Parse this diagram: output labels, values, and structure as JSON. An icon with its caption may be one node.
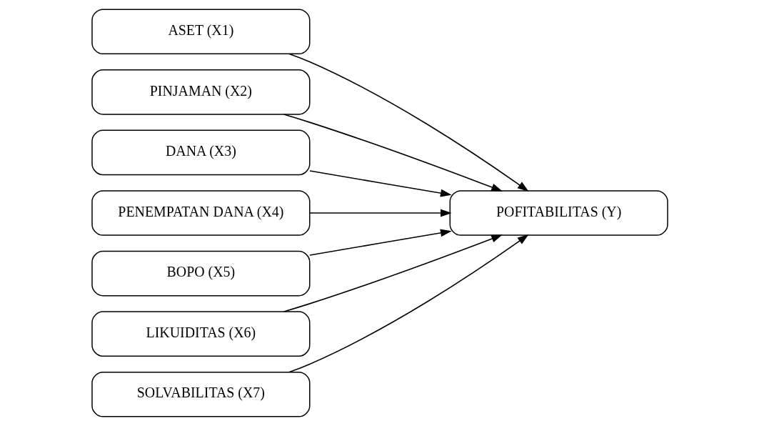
{
  "diagram": {
    "nodes": [
      {
        "text": [
          "ASET (X1)"
        ]
      },
      {
        "text": [
          "PINJAMAN (X2)"
        ]
      },
      {
        "text": [
          "DANA (X3)"
        ]
      },
      {
        "text": [
          "PENEMPATAN DANA (X4)"
        ]
      },
      {
        "text": [
          "BOPO (X5)"
        ]
      },
      {
        "text": [
          "LIKUIDITAS (X6)"
        ]
      },
      {
        "text": [
          "SOLVABILITAS (X7)"
        ]
      },
      {
        "text": [
          "POFITABILITAS (Y)"
        ]
      }
    ],
    "edges": [
      {
        "from": 0,
        "to": 7,
        "arrow": "to"
      },
      {
        "from": 1,
        "to": 7,
        "arrow": "to"
      },
      {
        "from": 2,
        "to": 7,
        "arrow": "to"
      },
      {
        "from": 3,
        "to": 7,
        "arrow": "to"
      },
      {
        "from": 4,
        "to": 7,
        "arrow": "to"
      },
      {
        "from": 5,
        "to": 7,
        "arrow": "to"
      },
      {
        "from": 6,
        "to": 7,
        "arrow": "to"
      }
    ]
  }
}
